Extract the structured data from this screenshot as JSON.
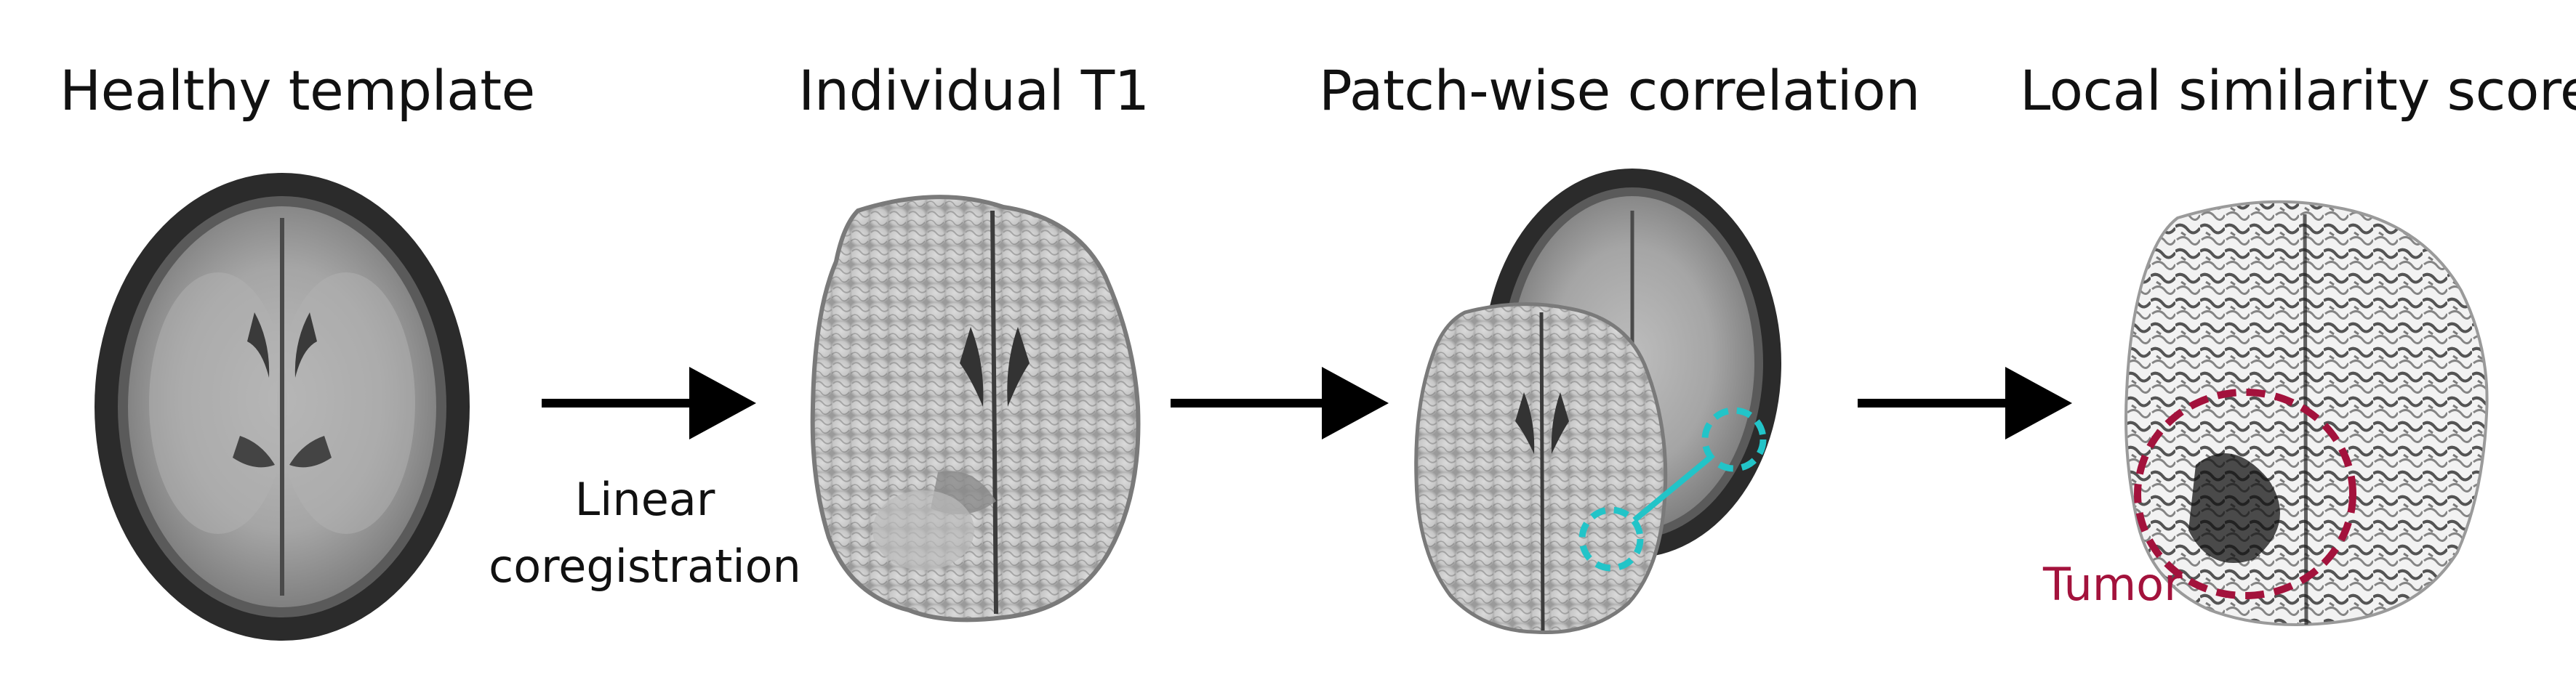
{
  "stages": [
    {
      "title": "Healthy template"
    },
    {
      "title": "Individual T1"
    },
    {
      "title": "Patch-wise correlation"
    },
    {
      "title": "Local similarity score"
    }
  ],
  "steps": {
    "coregistration": [
      "Linear",
      "coregistration"
    ]
  },
  "annotations": {
    "tumor": "Tumor"
  },
  "colors": {
    "arrow": "#000000",
    "patch_marker": "#22c4c8",
    "tumor_marker": "#a3123c",
    "scan_dark": "#2e2e2e",
    "scan_mid": "#8f8f8f",
    "scan_light": "#d6d6d6"
  }
}
